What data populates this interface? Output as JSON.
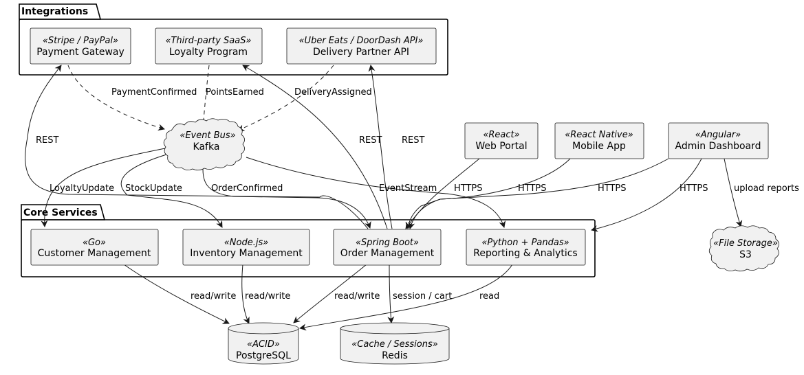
{
  "packages": {
    "integrations": "Integrations",
    "core": "Core Services"
  },
  "nodes": {
    "payment": {
      "stereo": "«Stripe / PayPal»",
      "name": "Payment Gateway"
    },
    "loyalty": {
      "stereo": "«Third-party SaaS»",
      "name": "Loyalty Program"
    },
    "delivery": {
      "stereo": "«Uber Eats / DoorDash API»",
      "name": "Delivery Partner API"
    },
    "kafka": {
      "stereo": "«Event Bus»",
      "name": "Kafka"
    },
    "web": {
      "stereo": "«React»",
      "name": "Web Portal"
    },
    "mobile": {
      "stereo": "«React Native»",
      "name": "Mobile App"
    },
    "admin": {
      "stereo": "«Angular»",
      "name": "Admin Dashboard"
    },
    "customer": {
      "stereo": "«Go»",
      "name": "Customer Management"
    },
    "inventory": {
      "stereo": "«Node.js»",
      "name": "Inventory Management"
    },
    "order": {
      "stereo": "«Spring Boot»",
      "name": "Order Management"
    },
    "reporting": {
      "stereo": "«Python + Pandas»",
      "name": "Reporting & Analytics"
    },
    "s3": {
      "stereo": "«File Storage»",
      "name": "S3"
    },
    "postgres": {
      "stereo": "«ACID»",
      "name": "PostgreSQL"
    },
    "redis": {
      "stereo": "«Cache / Sessions»",
      "name": "Redis"
    }
  },
  "edges": {
    "payment_confirmed": "PaymentConfirmed",
    "points_earned": "PointsEarned",
    "delivery_assigned": "DeliveryAssigned",
    "rest_payment": "REST",
    "rest_loyalty": "REST",
    "rest_delivery": "REST",
    "loyalty_update": "LoyaltyUpdate",
    "stock_update": "StockUpdate",
    "order_confirmed": "OrderConfirmed",
    "event_stream": "EventStream",
    "https_web": "HTTPS",
    "https_mobile": "HTTPS",
    "https_admin_order": "HTTPS",
    "https_admin_reporting": "HTTPS",
    "upload_reports": "upload reports",
    "rw_customer": "read/write",
    "rw_inventory": "read/write",
    "rw_order": "read/write",
    "session_cart": "session / cart",
    "read_reporting": "read"
  }
}
